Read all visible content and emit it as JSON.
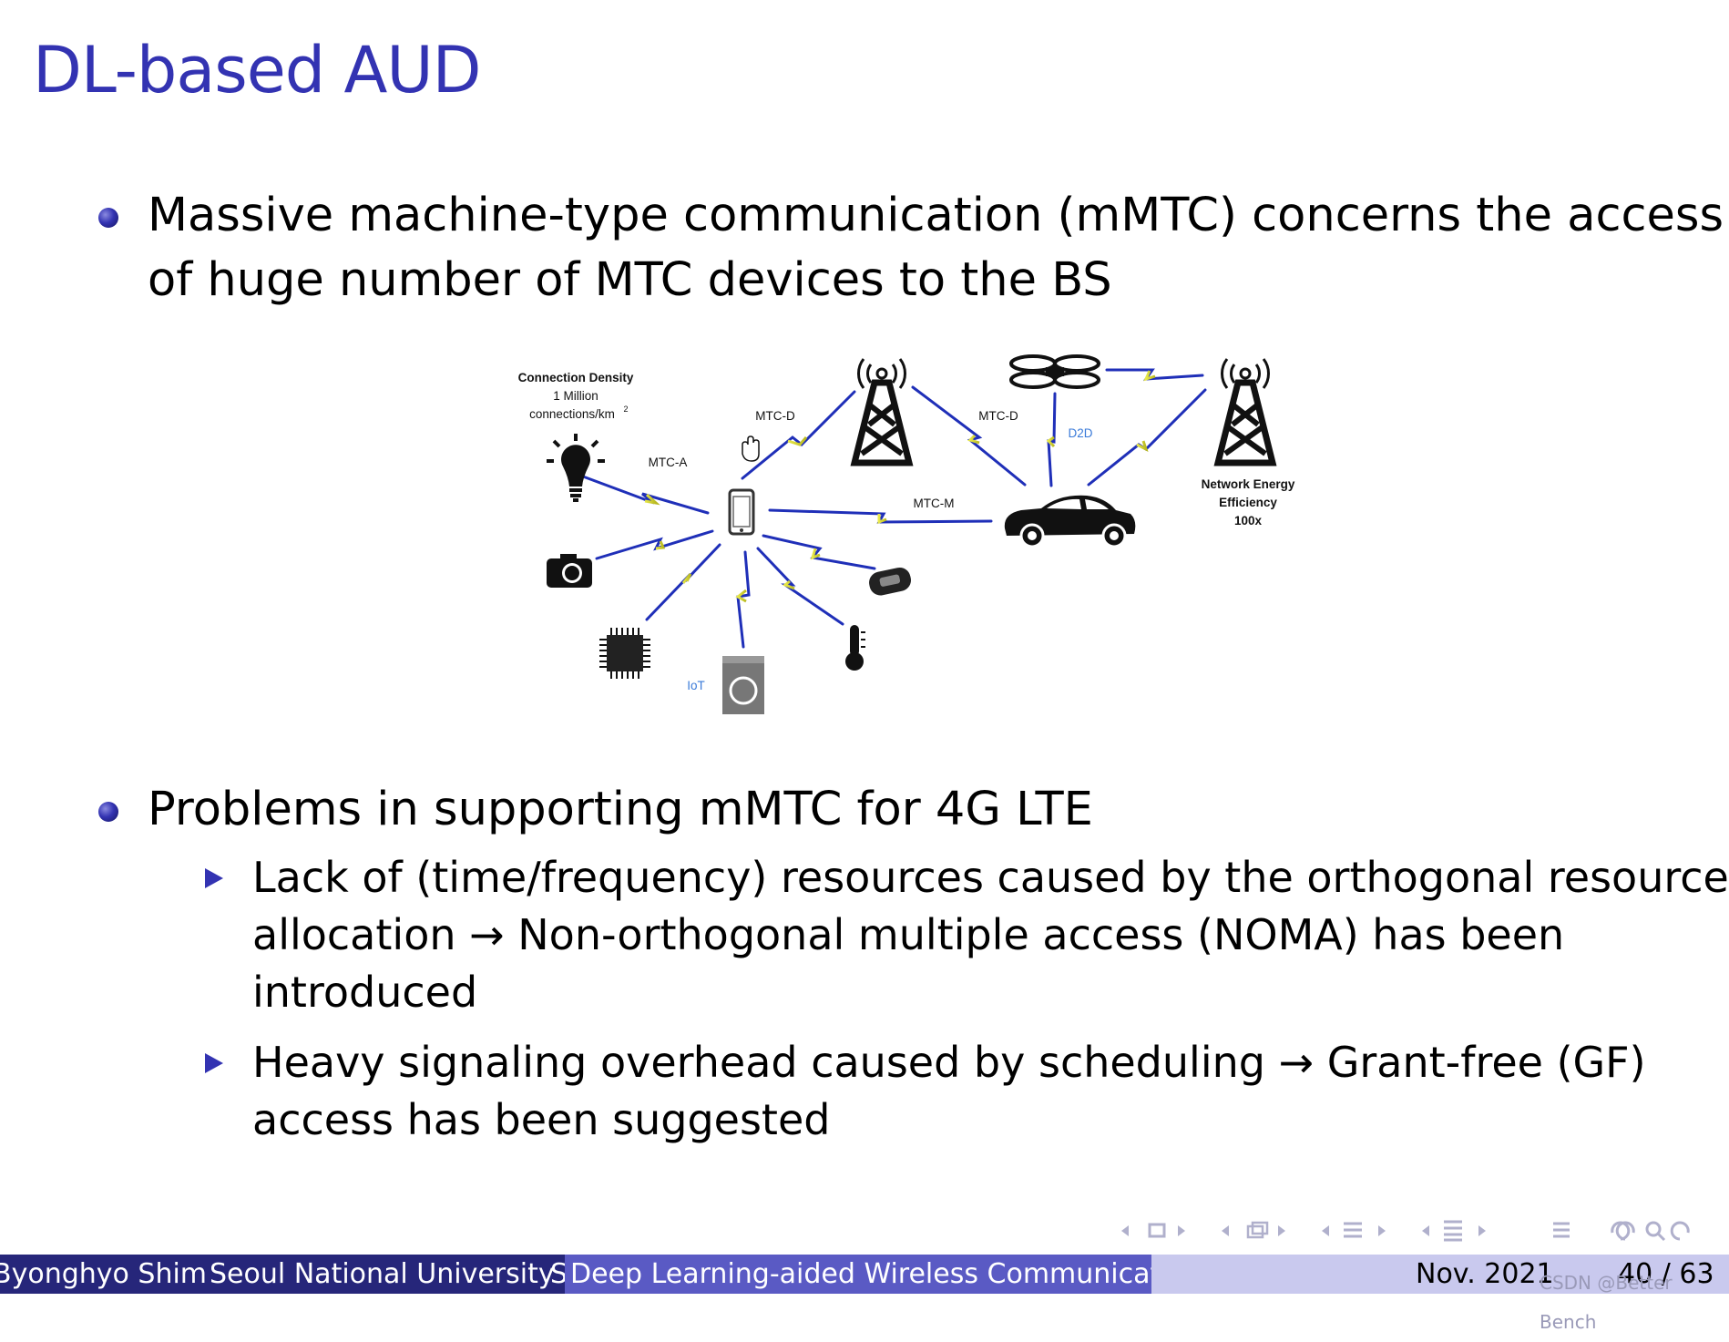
{
  "slide": {
    "title": "DL-based AUD",
    "bullet1": {
      "line1": "Massive machine-type communication (mMTC) concerns the access",
      "line2": "of huge number of MTC devices to the BS"
    },
    "bullet2": {
      "text": "Problems in supporting mMTC for 4G LTE",
      "sub1": {
        "line1": "Lack of (time/frequency) resources caused by the orthogonal resource",
        "line2": "allocation → Non-orthogonal multiple access (NOMA) has been",
        "line3": "introduced"
      },
      "sub2": {
        "line1": "Heavy signaling overhead caused by scheduling → Grant-free (GF)",
        "line2": "access has been suggested"
      }
    }
  },
  "figure": {
    "connection_density": {
      "l1": "Connection Density",
      "l2": "1 Million",
      "l3": "connections/km",
      "sup": "2"
    },
    "network_energy": {
      "l1": "Network Energy",
      "l2": "Efficiency",
      "l3": "100x"
    },
    "labels": {
      "mtc_a": "MTC-A",
      "mtc_d_left": "MTC-D",
      "mtc_d_right": "MTC-D",
      "mtc_m": "MTC-M",
      "d2d": "D2D",
      "iot": "IoT"
    },
    "colors": {
      "link": "#1f2fb8",
      "bolt": "#dede33",
      "label_blue": "#3b7bd9"
    }
  },
  "footer": {
    "author": "Byonghyo Shim",
    "institution": "Seoul National University",
    "truncated": "S",
    "talk_title": "Deep Learning-aided Wireless Communication",
    "date": "Nov. 2021",
    "page": "40 / 63",
    "watermark": "CSDN @Better Bench"
  },
  "colors": {
    "title": "#3333b2",
    "footer_dark": "#26267a",
    "footer_mid": "#5a5ac4",
    "footer_light": "#c9c9ee"
  }
}
